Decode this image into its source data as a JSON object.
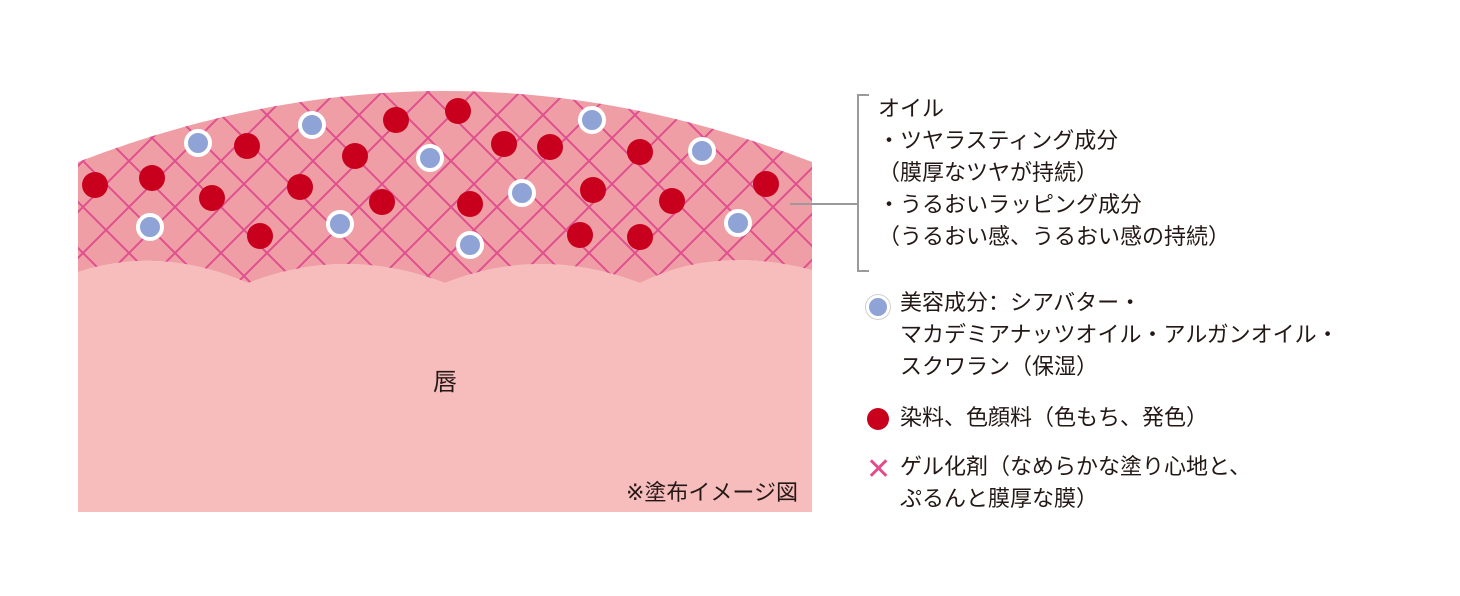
{
  "diagram": {
    "lip_label": "唇",
    "note": "※塗布イメージ図"
  },
  "colors": {
    "lip": "#f7bdbd",
    "gel_layer": "#ef9ea5",
    "gel_mesh": "#e0508f",
    "pigment": "#c8001e",
    "beauty": "#8fa3d6"
  },
  "legend": {
    "oil_title": "オイル",
    "oil_line1": "・ツヤラスティング成分",
    "oil_line2": "（膜厚なツヤが持続）",
    "oil_line3": "・うるおいラッピング成分",
    "oil_line4": "（うるおい感、うるおい感の持続）",
    "beauty_line1": "美容成分：シアバター・",
    "beauty_line2": "マカデミアナッツオイル・アルガンオイル・",
    "beauty_line3": "スクワラン（保湿）",
    "dye_line1": "染料、色顔料（色もち、発色）",
    "gel_line1": "ゲル化剤（なめらかな塗り心地と、",
    "gel_line2": "ぷるんと膜厚な膜）",
    "gel_icon": "✕"
  }
}
